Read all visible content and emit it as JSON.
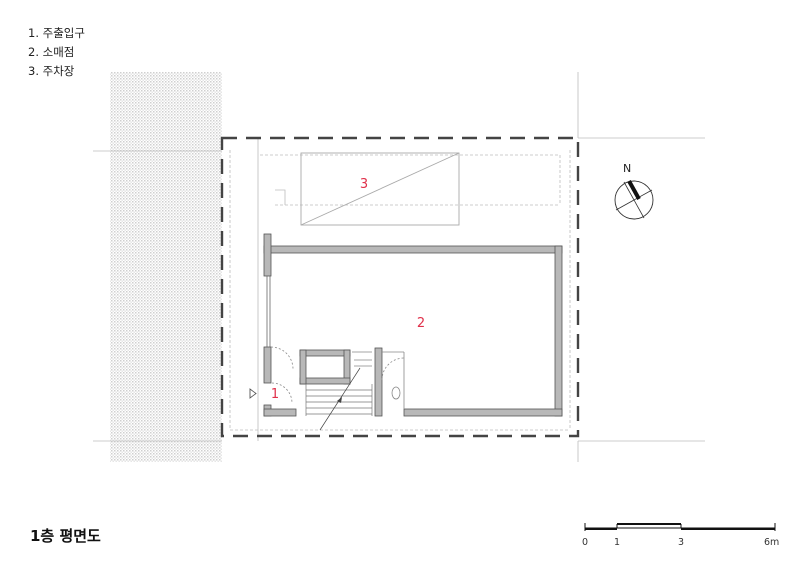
{
  "legend": [
    "1. 주출입구",
    "2. 소매점",
    "3. 주차장"
  ],
  "room_labels": {
    "entrance": "1",
    "shop": "2",
    "parking": "3"
  },
  "north_label": "N",
  "title": "1층 평면도",
  "scale": {
    "ticks": [
      "0",
      "1",
      "3",
      "6m"
    ]
  },
  "colors": {
    "label_red": "#e0304a",
    "wall_fill": "#b8b8b8",
    "wall_stroke": "#555555",
    "hatch": "#d9d9d9"
  }
}
